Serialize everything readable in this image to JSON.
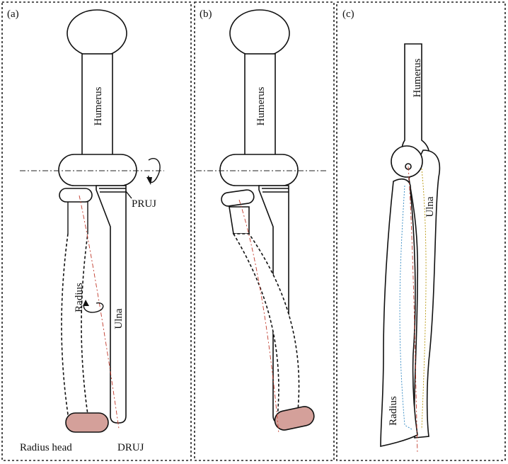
{
  "panels": {
    "a": {
      "label": "(a)"
    },
    "b": {
      "label": "(b)"
    },
    "c": {
      "label": "(c)"
    }
  },
  "labels": {
    "humerus": "Humerus",
    "ulna": "Ulna",
    "radius": "Radius",
    "pruj": "PRUJ",
    "druj": "DRUJ",
    "radius_head": "Radius head"
  },
  "colors": {
    "radius_head_fill": "#d4a09a",
    "rotation_axis": "#c0392b",
    "radius_axis_c": "#2e86c1",
    "ulna_axis_c": "#b7950b"
  },
  "icons": [
    "rotation-arrow-icon"
  ]
}
